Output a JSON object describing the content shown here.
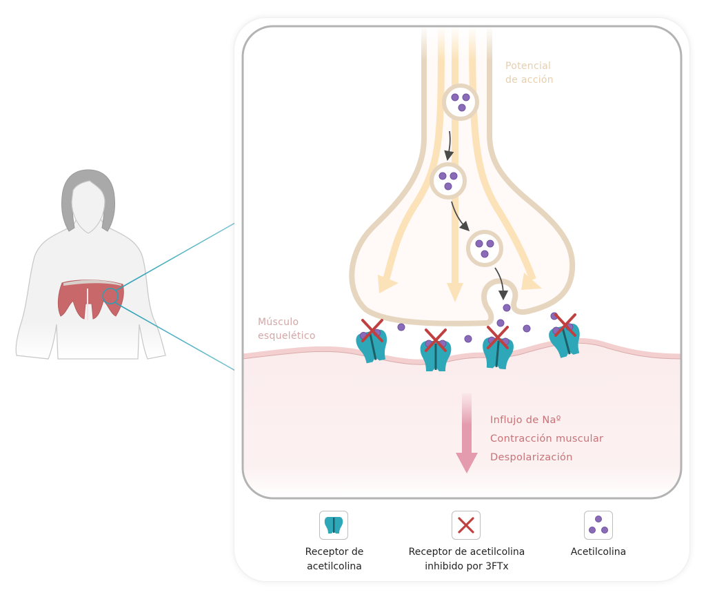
{
  "diagram": {
    "title": "Acción de 3FTx en la unión neuromuscular",
    "labels": {
      "action_potential": [
        "Potencial",
        "de acción"
      ],
      "muscle": [
        "Músculo",
        "esquelético"
      ]
    },
    "effects": [
      "Influjo de Naº",
      "Contracción muscular",
      "Despolarización"
    ],
    "receptor_count": 4,
    "inhibited_receptor_count": 4,
    "vesicle_count": 3
  },
  "legend": {
    "items": [
      {
        "icon": "receptor-icon",
        "lines": [
          "Receptor de",
          "acetilcolina"
        ]
      },
      {
        "icon": "red-x-icon",
        "lines": [
          "Receptor de acetilcolina",
          "inhibido por 3FTx"
        ]
      },
      {
        "icon": "acetylcholine-icon",
        "lines": [
          "Acetilcolina"
        ]
      }
    ]
  },
  "colors": {
    "teal_receptor": "#2ea7b8",
    "dark_teal": "#1d5f66",
    "inhibitor_red": "#c0403f",
    "acetylcholine_purple": "#8a6bb8",
    "membrane_tan": "#e3d3bb",
    "signal_orange": "#fbe2b8",
    "muscle_pink": "#fbeeee",
    "diaphragm_red": "#c9686a",
    "zoom_line_teal": "#2a9fb5"
  }
}
